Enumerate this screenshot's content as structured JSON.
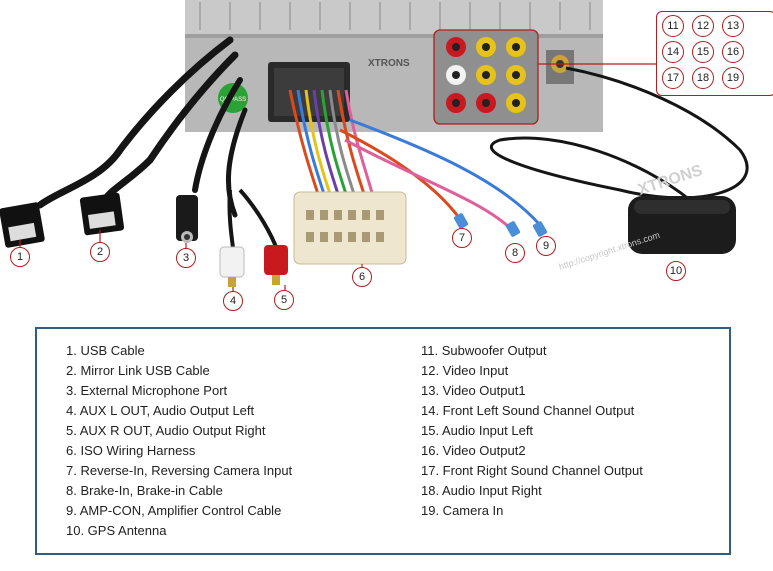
{
  "photo": {
    "stereo_brand_label": "XTRONS",
    "pass_sticker": "QC PASS",
    "watermark_brand": "XTRONS",
    "watermark_site": "http://copyright.xtrons.com"
  },
  "callouts": [
    "1",
    "2",
    "3",
    "4",
    "5",
    "6",
    "7",
    "8",
    "9",
    "10"
  ],
  "rca_grid": [
    "11",
    "12",
    "13",
    "14",
    "15",
    "16",
    "17",
    "18",
    "19"
  ],
  "legend": {
    "left": [
      "1. USB Cable",
      "2. Mirror Link USB Cable",
      "3. External Microphone Port",
      "4. AUX L OUT, Audio Output Left",
      "5. AUX R OUT, Audio Output Right",
      "6. ISO Wiring Harness",
      "7. Reverse-In, Reversing Camera Input",
      "8. Brake-In, Brake-in Cable",
      "9. AMP-CON, Amplifier Control Cable",
      "10. GPS Antenna"
    ],
    "right": [
      "11. Subwoofer Output",
      "12. Video Input",
      "13. Video Output1",
      "14. Front Left Sound Channel Output",
      "15. Audio Input Left",
      "16. Video Output2",
      "17. Front Right Sound Channel Output",
      "18. Audio Input Right",
      "19. Camera In"
    ]
  },
  "colors": {
    "callout_border": "#b21d1d",
    "legend_border": "#2d5f84",
    "rca_red": "#c8191f",
    "rca_yellow": "#e6c21a",
    "rca_white": "#f2f2f2",
    "cable_black": "#151515",
    "harness_ivory": "#efe6cf",
    "sticker_green": "#2aa236"
  }
}
